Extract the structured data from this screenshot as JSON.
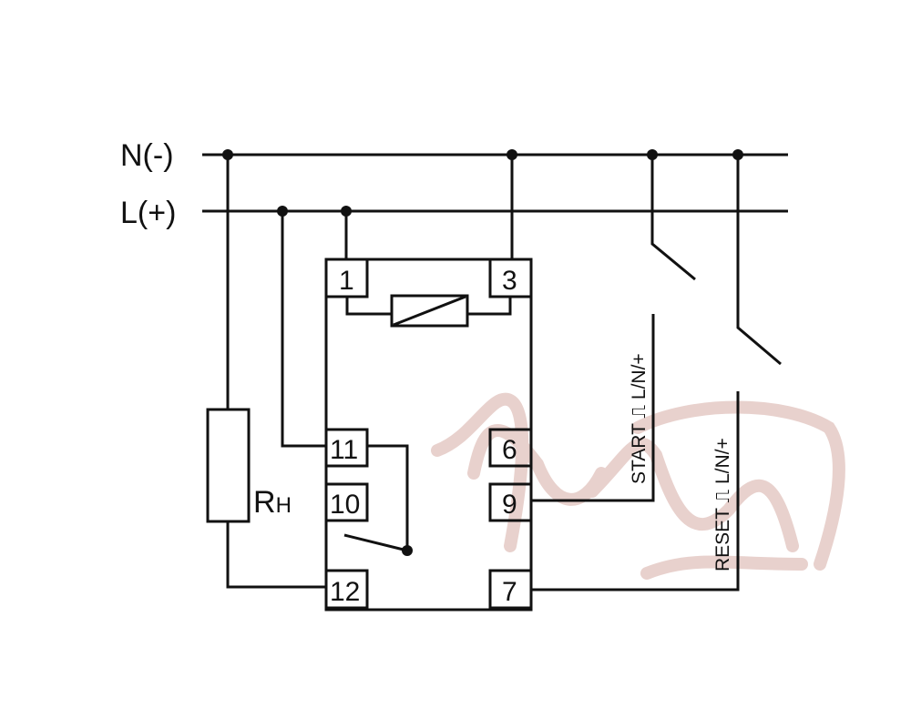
{
  "rails": {
    "neutral": "N(-)",
    "line": "L(+)"
  },
  "resistor_label": {
    "main": "R",
    "sub": "H"
  },
  "terminals": {
    "t1": "1",
    "t3": "3",
    "t11": "11",
    "t10": "10",
    "t12": "12",
    "t6": "6",
    "t9": "9",
    "t7": "7"
  },
  "inputs": {
    "start": "START ⎍ L/N/+",
    "reset": "RESET ⎍ L/N/+"
  },
  "watermark": "Anewn",
  "colors": {
    "line": "#111111",
    "watermark": "#d9b8b3"
  }
}
